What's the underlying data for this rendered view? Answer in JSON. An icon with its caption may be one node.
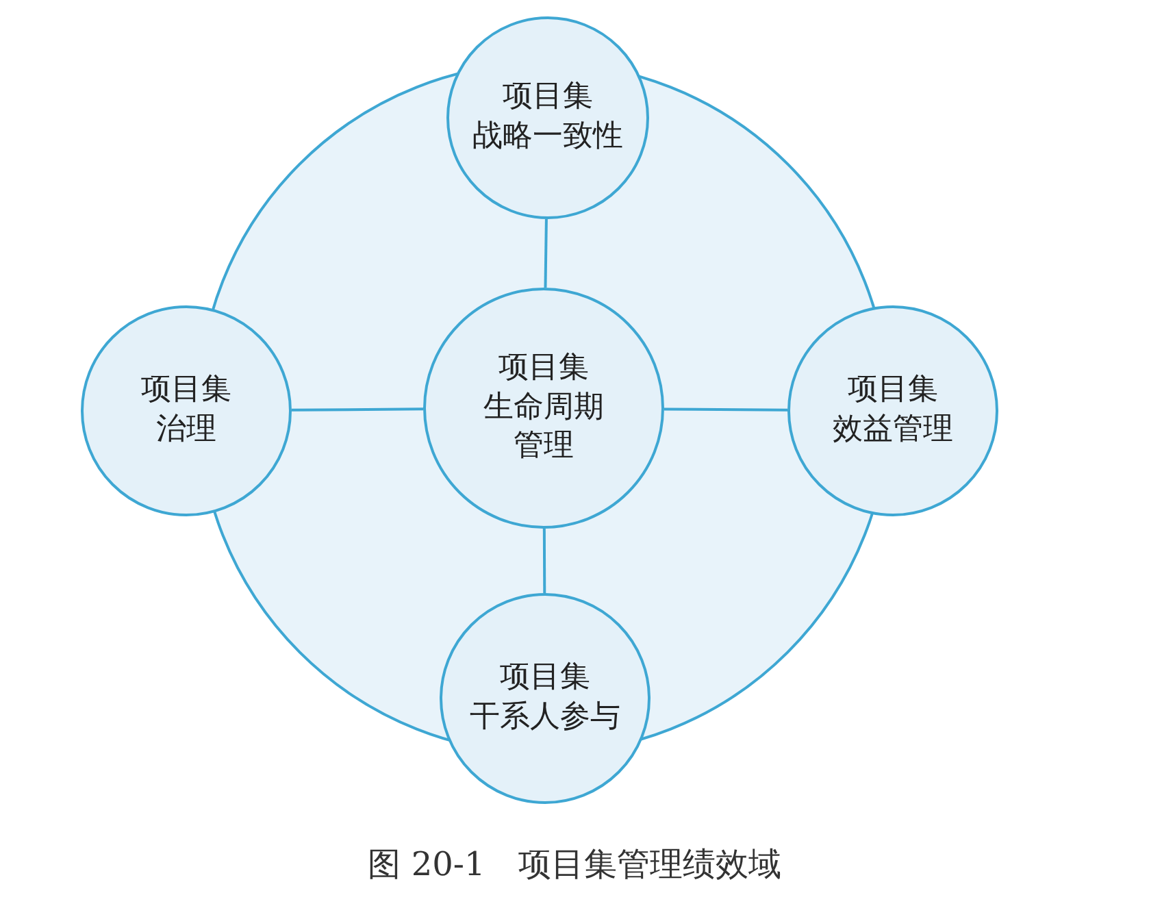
{
  "diagram": {
    "caption": "图 20-1　项目集管理绩效域",
    "nodes": [
      {
        "text": [],
        "shape": "circle"
      },
      {
        "text": [
          "项目集",
          "战略一致性"
        ]
      },
      {
        "text": [
          "项目集",
          "治理"
        ]
      },
      {
        "text": [
          "项目集",
          "生命周期管理"
        ],
        "in": 0
      },
      {
        "text": [
          "项目集",
          "效益管理"
        ]
      },
      {
        "text": [
          "项目集",
          "干系人参与"
        ]
      }
    ],
    "edges": [
      {
        "from": 3,
        "to": 1,
        "arrow": "none"
      },
      {
        "from": 3,
        "to": 2,
        "arrow": "none"
      },
      {
        "from": 3,
        "to": 4,
        "arrow": "none"
      },
      {
        "from": 3,
        "to": 5,
        "arrow": "none"
      }
    ]
  }
}
